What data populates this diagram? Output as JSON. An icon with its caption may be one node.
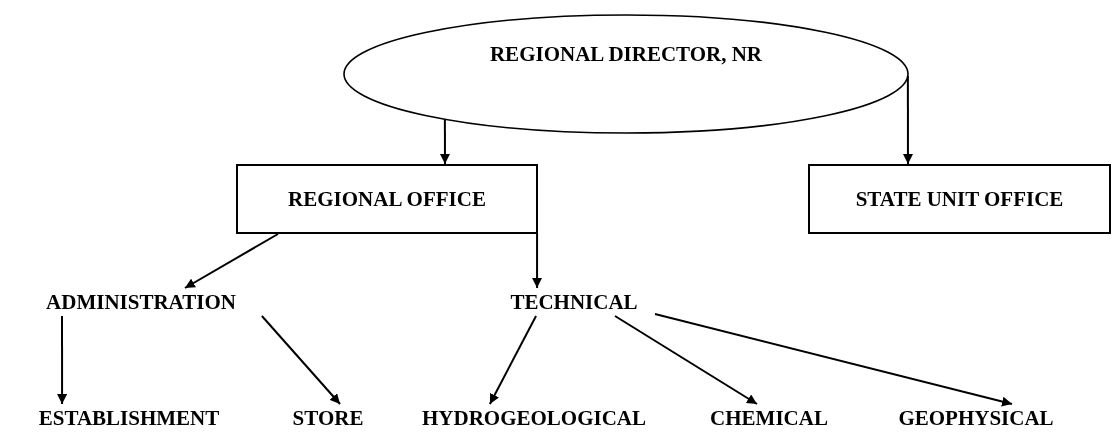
{
  "diagram": {
    "nodes": [
      {
        "text": [
          "REGIONAL DIRECTOR, NR"
        ]
      },
      {
        "text": [
          "REGIONAL OFFICE"
        ]
      },
      {
        "text": [
          "STATE UNIT OFFICE"
        ]
      },
      {
        "text": [
          "ADMINISTRATION"
        ]
      },
      {
        "text": [
          "TECHNICAL"
        ]
      },
      {
        "text": [
          "ESTABLISHMENT"
        ]
      },
      {
        "text": [
          "STORE"
        ]
      },
      {
        "text": [
          "HYDROGEOLOGICAL"
        ]
      },
      {
        "text": [
          "CHEMICAL"
        ]
      },
      {
        "text": [
          "GEOPHYSICAL"
        ]
      }
    ],
    "edges": [
      {
        "from": 0,
        "to": 1,
        "arrow": "to"
      },
      {
        "from": 0,
        "to": 2,
        "arrow": "to"
      },
      {
        "from": 1,
        "to": 3,
        "arrow": "to"
      },
      {
        "from": 1,
        "to": 4,
        "arrow": "to"
      },
      {
        "from": 3,
        "to": 5,
        "arrow": "to"
      },
      {
        "from": 3,
        "to": 6,
        "arrow": "to"
      },
      {
        "from": 4,
        "to": 7,
        "arrow": "to"
      },
      {
        "from": 4,
        "to": 8,
        "arrow": "to"
      },
      {
        "from": 4,
        "to": 9,
        "arrow": "to"
      }
    ]
  }
}
